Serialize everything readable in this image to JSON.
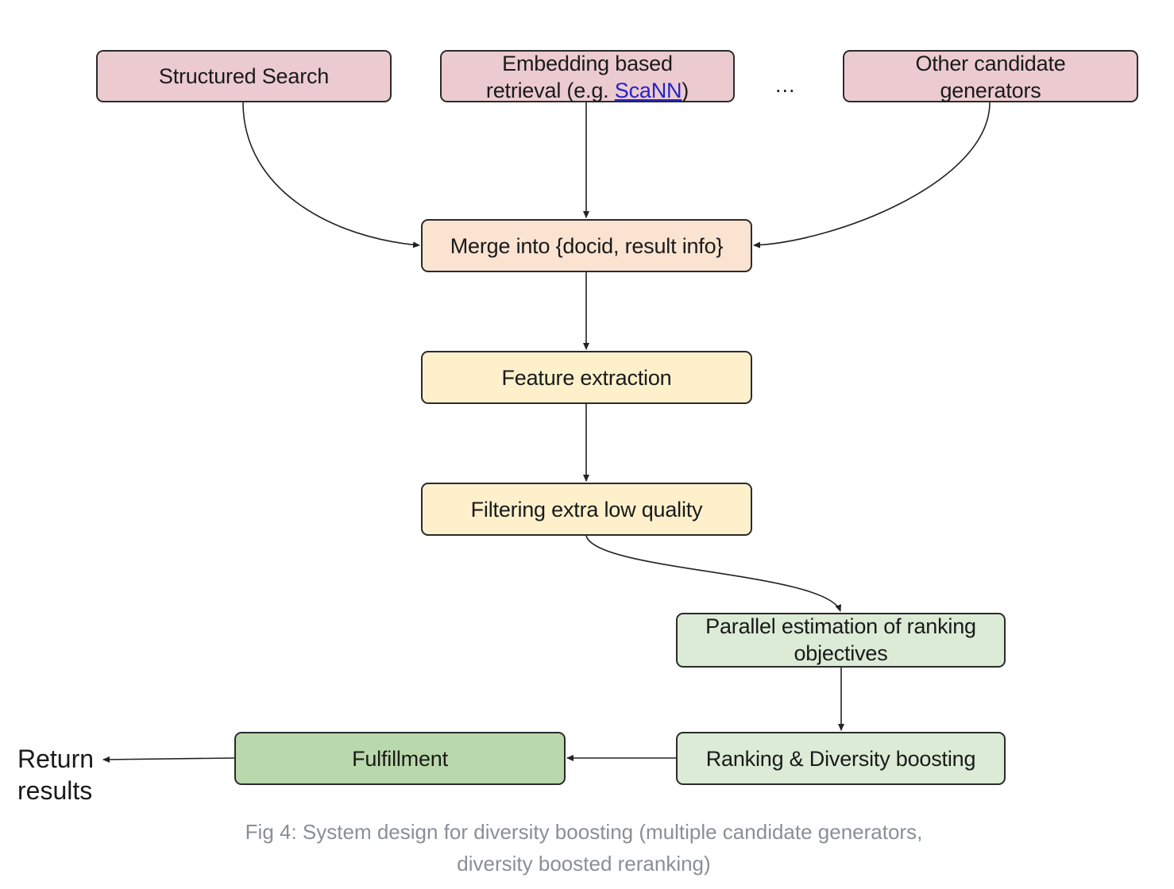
{
  "nodes": {
    "structured_search": "Structured Search",
    "embedding": {
      "line1": "Embedding based",
      "line2_prefix": "retrieval (e.g. ",
      "line2_link": "ScaNN",
      "line2_suffix": ")"
    },
    "ellipsis": "...",
    "other": {
      "line1": "Other candidate",
      "line2": "generators"
    },
    "merge": "Merge into {docid, result info}",
    "feature": "Feature extraction",
    "filter": "Filtering extra low quality",
    "parallel": {
      "line1": "Parallel estimation of ranking",
      "line2": "objectives"
    },
    "ranking": "Ranking & Diversity boosting",
    "fulfillment": "Fulfillment"
  },
  "return_results": {
    "line1": "Return",
    "line2": "results"
  },
  "caption": {
    "line1": "Fig 4: System design for diversity boosting (multiple candidate generators,",
    "line2": "diversity boosted reranking)"
  },
  "colors": {
    "pink": "#eccbd0",
    "peach": "#fae3d1",
    "yellow": "#fdf0cb",
    "light_green": "#dbebd6",
    "green": "#b9d8ab",
    "link": "#2424c8",
    "caption": "#8a8f96"
  }
}
